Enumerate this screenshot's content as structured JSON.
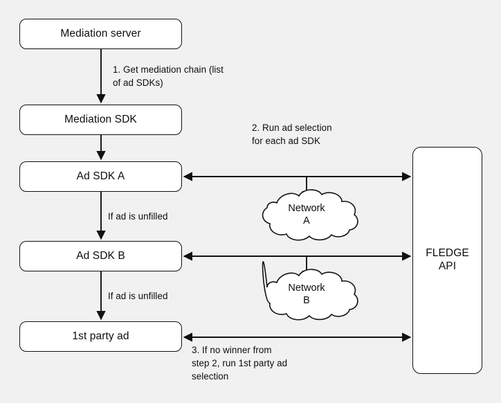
{
  "diagram": {
    "title": "Mediation waterfall with FLEDGE API ad selection",
    "background_color": "#f1f1f1",
    "node_fill": "#ffffff",
    "stroke_color": "#111111",
    "text_color": "#0d0d0d"
  },
  "nodes": {
    "mediation_server": "Mediation server",
    "mediation_sdk": "Mediation SDK",
    "ad_sdk_a": "Ad SDK A",
    "ad_sdk_b": "Ad SDK B",
    "first_party_ad": "1st party ad",
    "fledge_api_line1": "FLEDGE",
    "fledge_api_line2": "API"
  },
  "clouds": {
    "network_a_line1": "Network",
    "network_a_line2": "A",
    "network_b_line1": "Network",
    "network_b_line2": "B"
  },
  "notes": {
    "step1": "1. Get mediation chain (list\nof ad SDKs)",
    "step2": "2. Run ad selection\n    for each ad SDK",
    "step3": "3. If no winner from\nstep 2, run 1st party ad\nselection",
    "unfilled_a": "If ad is unfilled",
    "unfilled_b": "If ad is unfilled"
  }
}
